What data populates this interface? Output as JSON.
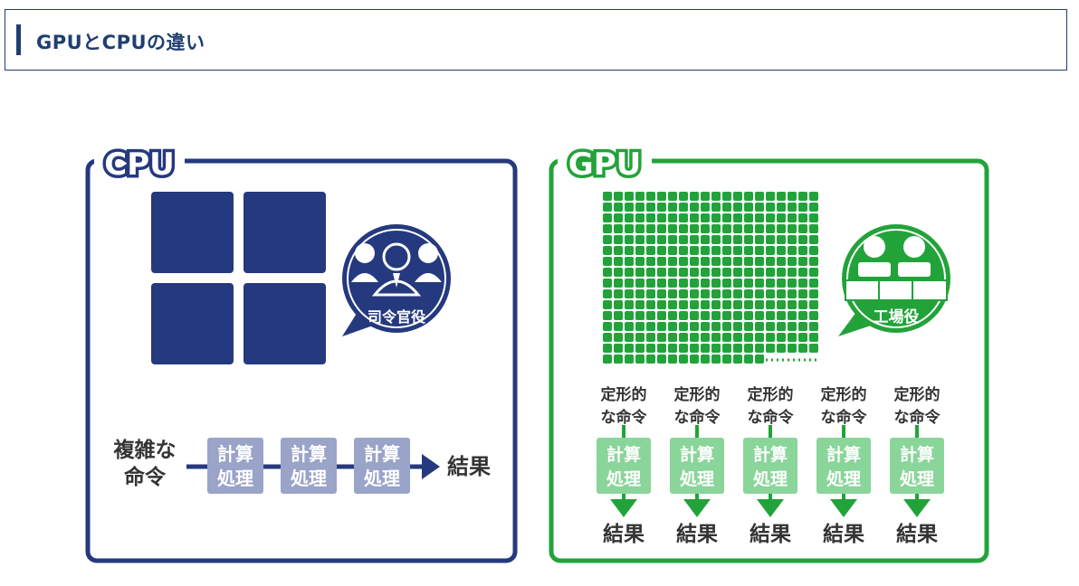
{
  "heading": {
    "title": "GPUとCPUの違い"
  },
  "colors": {
    "cpu": "#25397e",
    "cpu_light": "#9aa3c8",
    "gpu": "#22a33a",
    "gpu_light": "#8ad59a",
    "text": "#333333"
  },
  "cpu": {
    "label": "CPU",
    "role_label": "司令官役",
    "instruction_line1": "複雑な",
    "instruction_line2": "命令",
    "process_line1": "計算",
    "process_line2": "処理",
    "result": "結果"
  },
  "gpu": {
    "label": "GPU",
    "role_label": "工場役",
    "instruction_line1": "定形的",
    "instruction_line2": "な命令",
    "process_line1": "計算",
    "process_line2": "処理",
    "result": "結果"
  }
}
